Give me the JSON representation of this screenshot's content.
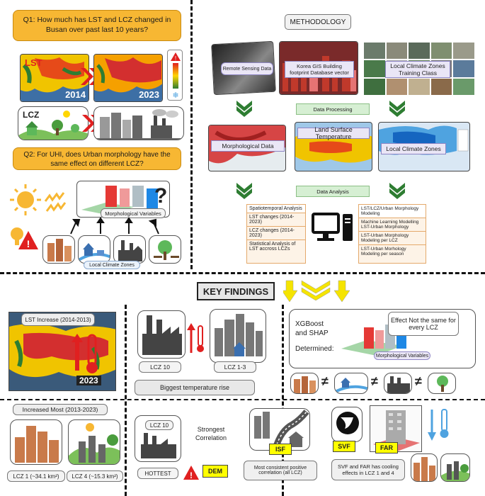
{
  "questions": {
    "q1": "Q1: How much has LST and LCZ changed in Busan over past last 10 years?",
    "q2": "Q2: For UHI, does Urban morphology have the same effect on different LCZ?"
  },
  "left_top": {
    "lst_label": "LST",
    "year_2014": "2014",
    "year_2023": "2023",
    "lcz_label": "LCZ",
    "morph_vars": "Morphological Variables",
    "lcz_zones": "Local Climate Zones",
    "question_mark": "?"
  },
  "methodology": {
    "title": "METHODOLOGY",
    "remote_sensing": "Remote Sensing Data",
    "gis": "Korea GIS Building footprint Database vector",
    "lcz_training": "Local Climate Zones Training Class",
    "data_processing": "Data Processing",
    "morph_data": "Morphological Data",
    "lst": "Land Surface Temperature",
    "lcz": "Local Climate Zones",
    "data_analysis": "Data Analysis",
    "spatio_title": "Spatiotemporal Analysis",
    "spatio_items": [
      "LST changes (2014-2023)",
      "LCZ changes (2014-2023)",
      "Statistical Analysis of LST accross LCZs"
    ],
    "ml_title": "LST/LCZ/Urban Morphology Modeling",
    "ml_items": [
      "Machine Learning Modelling LST-Urban Morphology",
      "LST-Urban Morphology Modeling per LCZ",
      "LST-Urban Morhology Modeling per season"
    ]
  },
  "key_findings": {
    "title": "KEY FINDINGS",
    "lst_increase": "LST Increase (2014-2013)",
    "year_2023": "2023",
    "lcz10": "LCZ 10",
    "lcz13": "LCZ 1-3",
    "biggest_rise": "Biggest temperature rise",
    "xgboost": "XGBoost and SHAP",
    "determined": "Determined:",
    "effect_not_same": "Effect Not the same for every LCZ",
    "morph_vars": "Morphological Variables",
    "neq": "≠",
    "increased_most": "Increased Most (2013-2023)",
    "lcz1": "LCZ 1 (~34.1 km²)",
    "lcz4": "LCZ 4 (~15.3 km²)",
    "lcz10_b": "LCZ 10",
    "strongest": "Strongest Correlation",
    "hottest": "HOTTEST",
    "dem": "DEM",
    "isf": "ISF",
    "most_consistent": "Most consistent positive correlation (all LCZ)",
    "svf": "SVF",
    "far": "FAR",
    "svf_far": "SVF and FAR has cooling effects in LCZ 1 and 4"
  },
  "colors": {
    "accent_orange": "#f7b733",
    "arrow_red": "#e02020",
    "chevron_green": "#2e7d32",
    "chevron_yellow": "#f5e400"
  }
}
